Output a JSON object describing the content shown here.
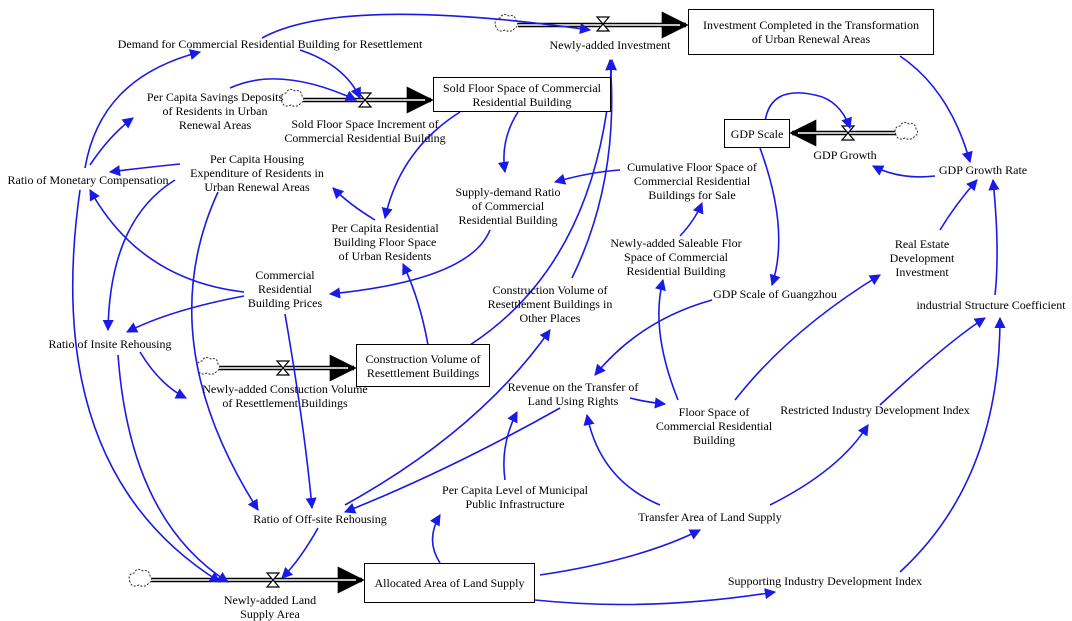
{
  "stocks": {
    "investment_completed": "Investment Completed in the Transformation\nof Urban Renewal Areas",
    "sold_floor_space": "Sold Floor Space of Commercial\nResidential Building",
    "gdp_scale": "GDP Scale",
    "construction_volume_resettlement": "Construction Volume of\nResettlement Buildings",
    "allocated_area_land_supply": "Allocated Area of Land Supply"
  },
  "flows": {
    "newly_added_investment": "Newly-added Investment",
    "sold_floor_space_increment": "Sold Floor Space Increment of\nCommercial Residential Building",
    "gdp_growth": "GDP Growth",
    "newly_added_construction_volume": "Newly-added Constuction Volume\nof Resettlement Buildings",
    "newly_added_land_supply_area": "Newly-added Land\nSupply Area"
  },
  "variables": {
    "demand_resettlement": "Demand for Commercial Residential Building for Resettlement",
    "per_capita_savings": "Per Capita Savings Deposits\nof Residents in Urban\nRenewal Areas",
    "ratio_monetary_compensation": "Ratio of Monetary Compensation",
    "per_capita_housing_expenditure": "Per Capita Housing\nExpenditure of Residents in\nUrban Renewal Areas",
    "supply_demand_ratio": "Supply-demand Ratio\nof Commercial\nResidential Building",
    "cumulative_floor_space": "Cumulative Floor Space of\nCommercial Residential\nBuildings for Sale",
    "gdp_growth_rate": "GDP Growth Rate",
    "per_capita_floor_space": "Per Capita Residential\nBuilding Floor Space\nof Urban Residents",
    "newly_added_saleable": "Newly-added Saleable Flor\nSpace of Commercial\nResidential Building",
    "real_estate_investment": "Real Estate\nDevelopment\nInvestment",
    "commercial_prices": "Commercial\nResidential\nBuilding Prices",
    "construction_volume_other_places": "Construction Volume of\nResettlement Buildings in\nOther Places",
    "gdp_scale_guangzhou": "GDP Scale of Guangzhou",
    "industrial_structure_coefficient": "industrial Structure Coefficient",
    "ratio_insite_rehousing": "Ratio of Insite Rehousing",
    "revenue_land_transfer": "Revenue on the Transfer of\nLand Using Rights",
    "floor_space_commercial": "Floor Space of\nCommercial Residential\nBuilding",
    "restricted_industry_index": "Restricted Industry Development Index",
    "per_capita_infrastructure": "Per Capita Level of Municipal\nPublic Infrastructure",
    "ratio_offsite_rehousing": "Ratio of Off-site Rehousing",
    "transfer_area_land_supply": "Transfer Area of Land Supply",
    "supporting_industry_index": "Supporting Industry Development Index"
  },
  "colors": {
    "causal_link": "#1a1ae6",
    "stock_border": "#000000",
    "flow_pipe": "#000000"
  }
}
